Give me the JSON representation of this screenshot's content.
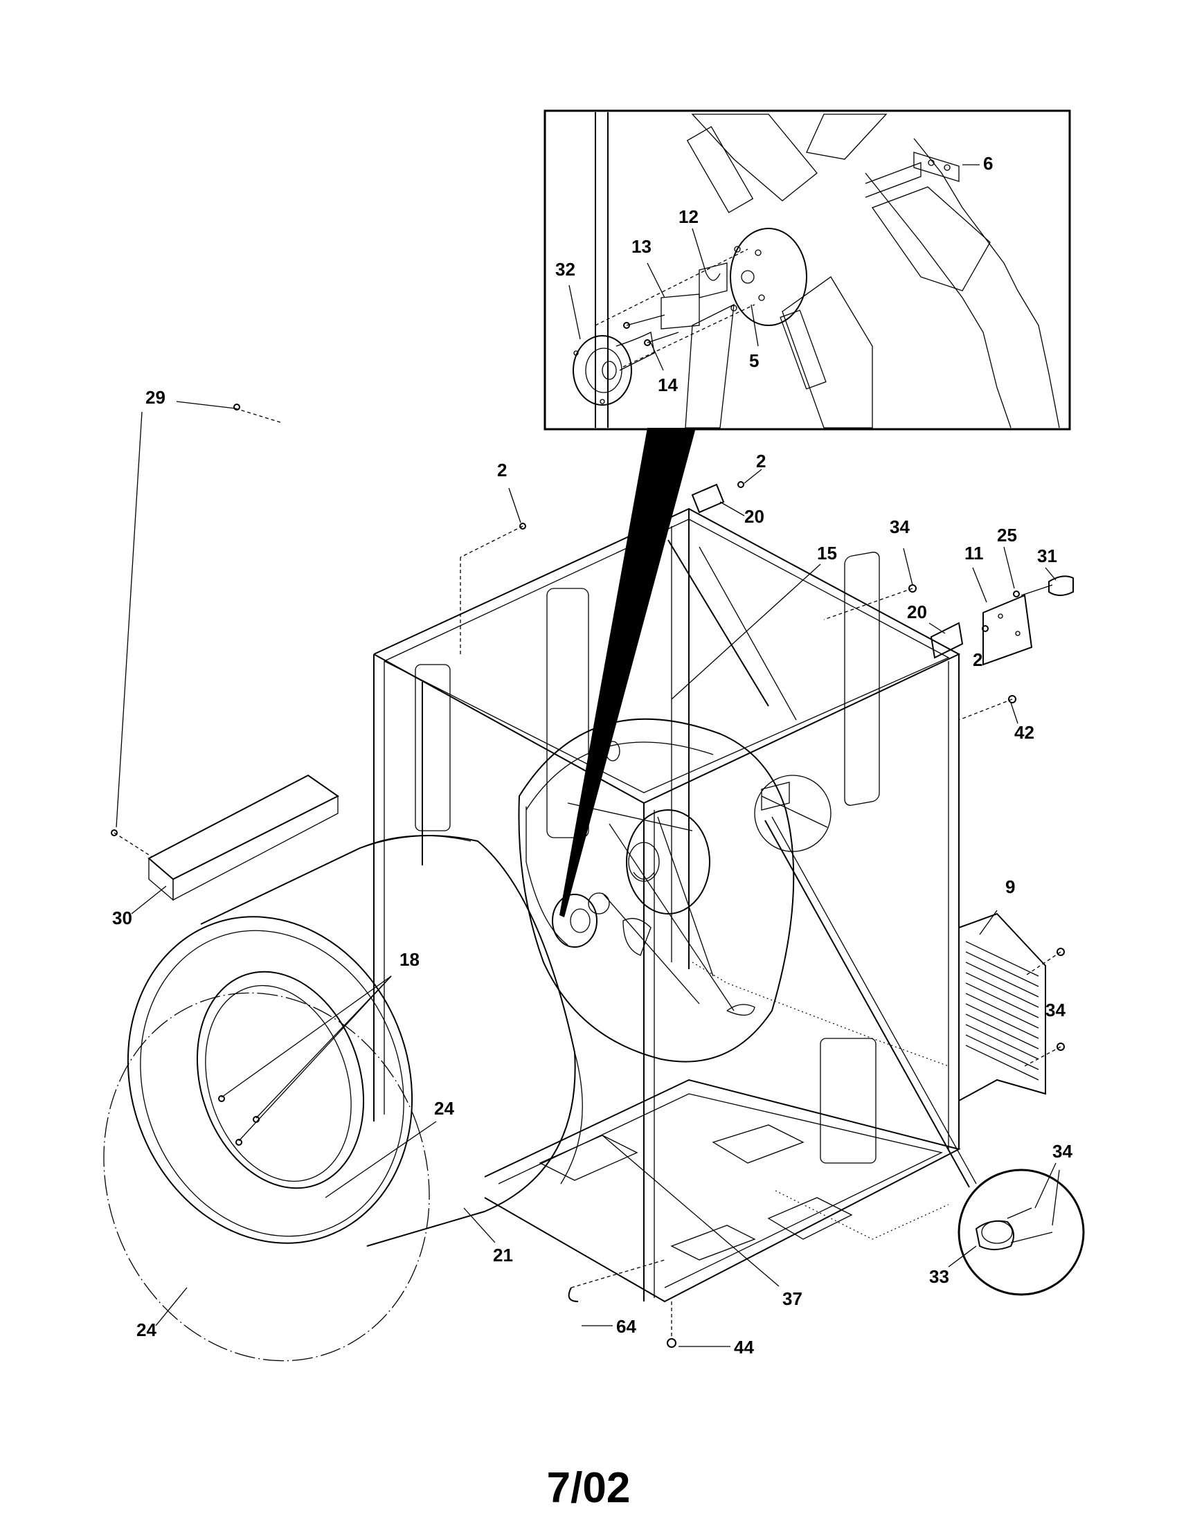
{
  "diagram": {
    "footer_date": "7/02",
    "part_labels": {
      "p2a": "2",
      "p2b": "2",
      "p2c": "2",
      "p5": "5",
      "p6": "6",
      "p9": "9",
      "p11": "11",
      "p12": "12",
      "p13": "13",
      "p14": "14",
      "p15": "15",
      "p18": "18",
      "p20a": "20",
      "p20b": "20",
      "p21": "21",
      "p24a": "24",
      "p24b": "24",
      "p25": "25",
      "p29": "29",
      "p30": "30",
      "p31": "31",
      "p32": "32",
      "p33": "33",
      "p34a": "34",
      "p34b": "34",
      "p34c": "34",
      "p37": "37",
      "p42": "42",
      "p44": "44",
      "p64": "64"
    }
  }
}
